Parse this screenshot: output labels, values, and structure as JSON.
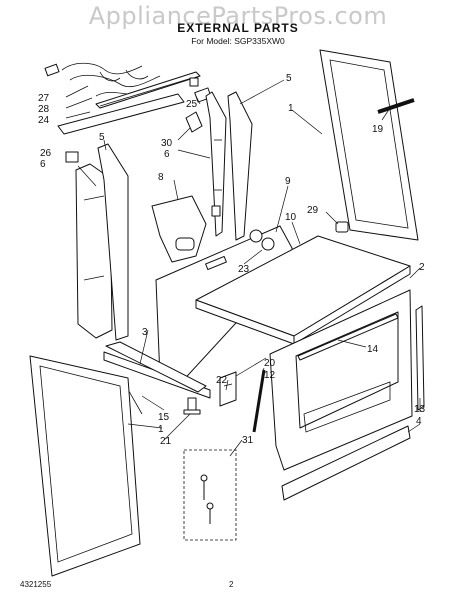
{
  "watermark": "AppliancePartsPros.com",
  "title": "EXTERNAL PARTS",
  "subtitle": "For Model: SGP335XW0",
  "footer": {
    "doc_number": "4321255",
    "page_number": "2"
  },
  "callouts": [
    {
      "id": "c27",
      "text": "27"
    },
    {
      "id": "c28",
      "text": "28"
    },
    {
      "id": "c24",
      "text": "24"
    },
    {
      "id": "c25",
      "text": "25"
    },
    {
      "id": "c5a",
      "text": "5"
    },
    {
      "id": "c1a",
      "text": "1"
    },
    {
      "id": "c19",
      "text": "19"
    },
    {
      "id": "c30",
      "text": "30"
    },
    {
      "id": "c6a",
      "text": "6"
    },
    {
      "id": "c5b",
      "text": "5"
    },
    {
      "id": "c26",
      "text": "26"
    },
    {
      "id": "c6b",
      "text": "6"
    },
    {
      "id": "c8",
      "text": "8"
    },
    {
      "id": "c9",
      "text": "9"
    },
    {
      "id": "c29",
      "text": "29"
    },
    {
      "id": "c10",
      "text": "10"
    },
    {
      "id": "c23",
      "text": "23"
    },
    {
      "id": "c2",
      "text": "2"
    },
    {
      "id": "c3",
      "text": "3"
    },
    {
      "id": "c14",
      "text": "14"
    },
    {
      "id": "c20",
      "text": "20"
    },
    {
      "id": "c12",
      "text": "12"
    },
    {
      "id": "c22",
      "text": "22"
    },
    {
      "id": "c15",
      "text": "15"
    },
    {
      "id": "c1b",
      "text": "1"
    },
    {
      "id": "c21",
      "text": "21"
    },
    {
      "id": "c13",
      "text": "13"
    },
    {
      "id": "c4",
      "text": "4"
    },
    {
      "id": "c31",
      "text": "31"
    }
  ]
}
